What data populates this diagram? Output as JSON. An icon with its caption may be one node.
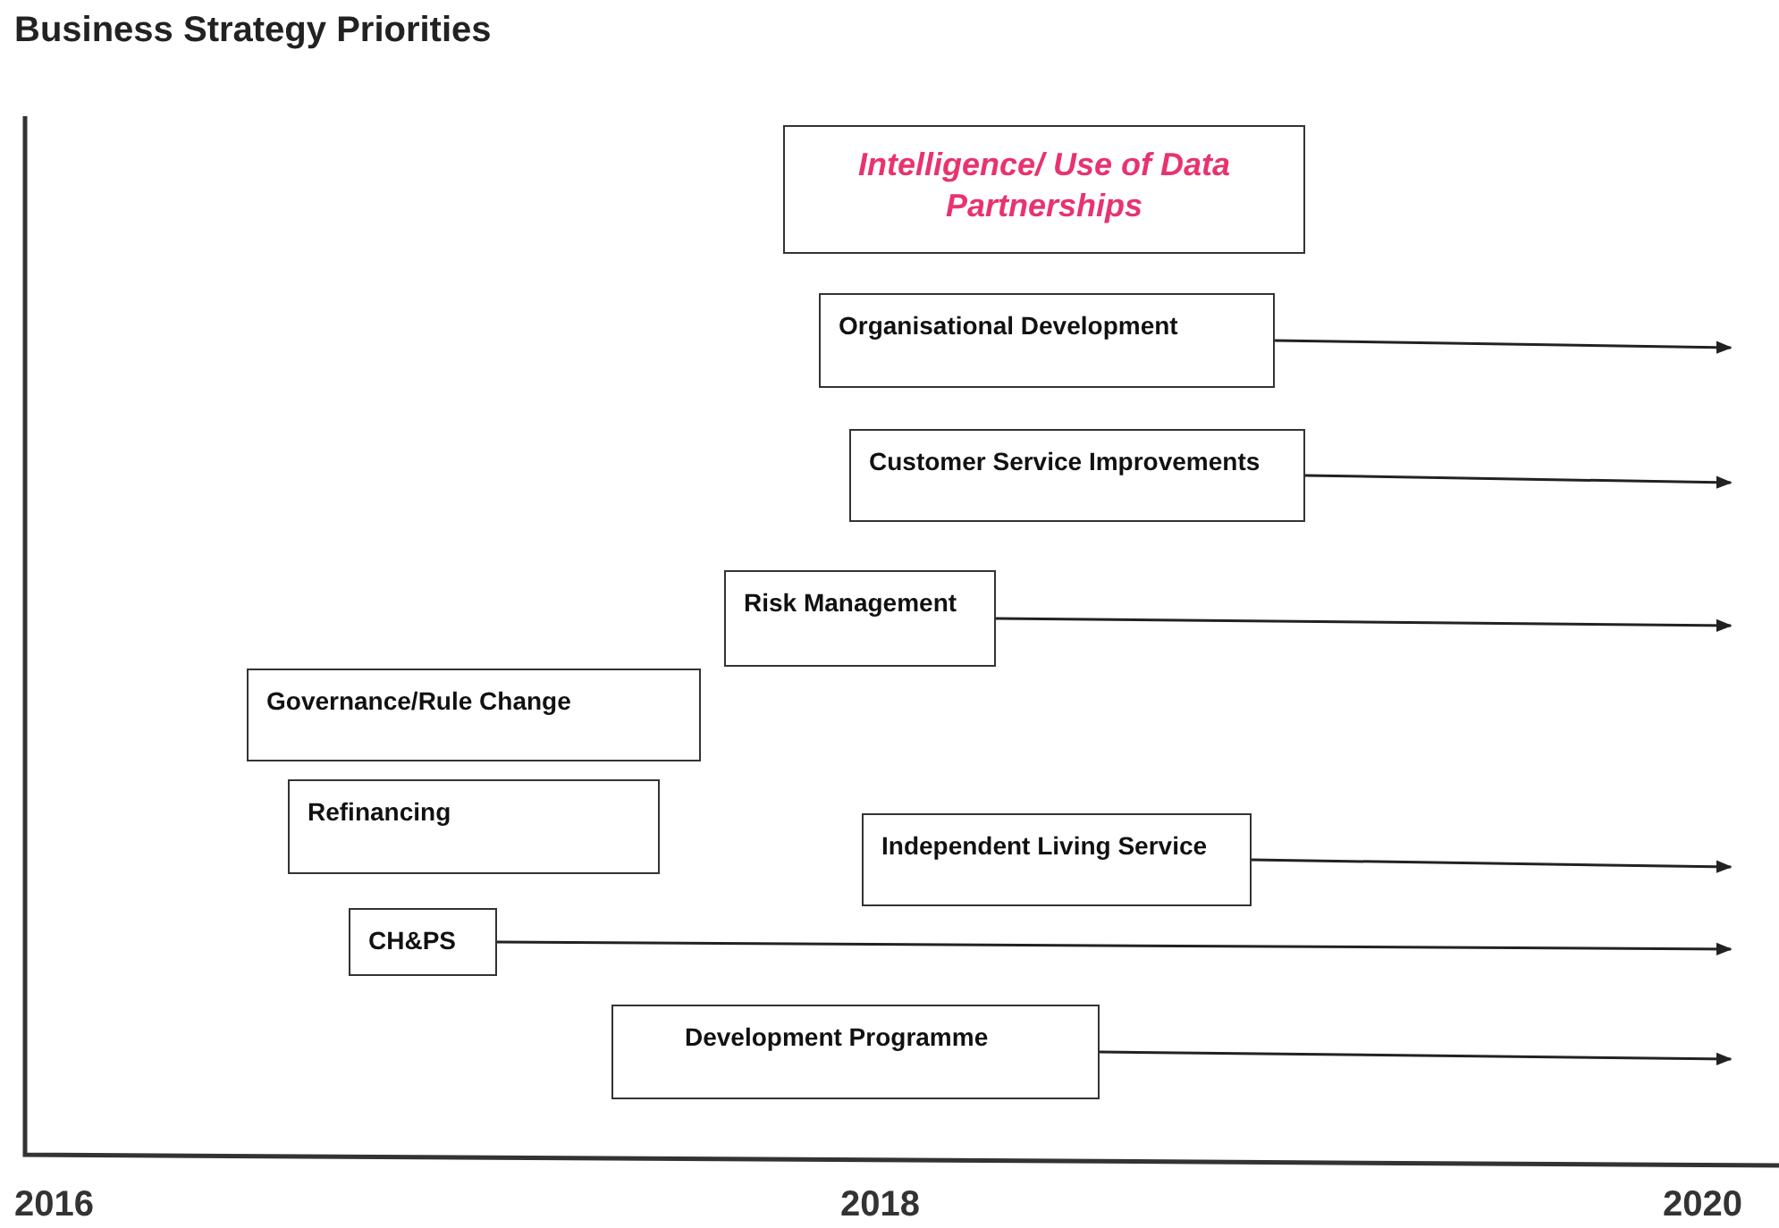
{
  "diagram": {
    "title": "Business Strategy Priorities",
    "nodes": [
      {
        "text": [
          "Intelligence/ Use of Data Partnerships"
        ]
      },
      {
        "text": [
          "Organisational Development"
        ]
      },
      {
        "text": [
          "Customer Service Improvements"
        ]
      },
      {
        "text": [
          "Risk Management"
        ]
      },
      {
        "text": [
          "Governance/Rule Change"
        ]
      },
      {
        "text": [
          "Refinancing"
        ]
      },
      {
        "text": [
          "Independent Living Service"
        ]
      },
      {
        "text": [
          "CH&PS"
        ]
      },
      {
        "text": [
          "Development Programme"
        ]
      }
    ],
    "edges": [
      {
        "from": 1,
        "to": null,
        "arrow": "to"
      },
      {
        "from": 2,
        "to": null,
        "arrow": "to"
      },
      {
        "from": 3,
        "to": null,
        "arrow": "to"
      },
      {
        "from": 6,
        "to": null,
        "arrow": "to"
      },
      {
        "from": 7,
        "to": null,
        "arrow": "to"
      },
      {
        "from": 8,
        "to": null,
        "arrow": "to"
      }
    ],
    "labels": [
      "2016",
      "2018",
      "2020"
    ]
  }
}
